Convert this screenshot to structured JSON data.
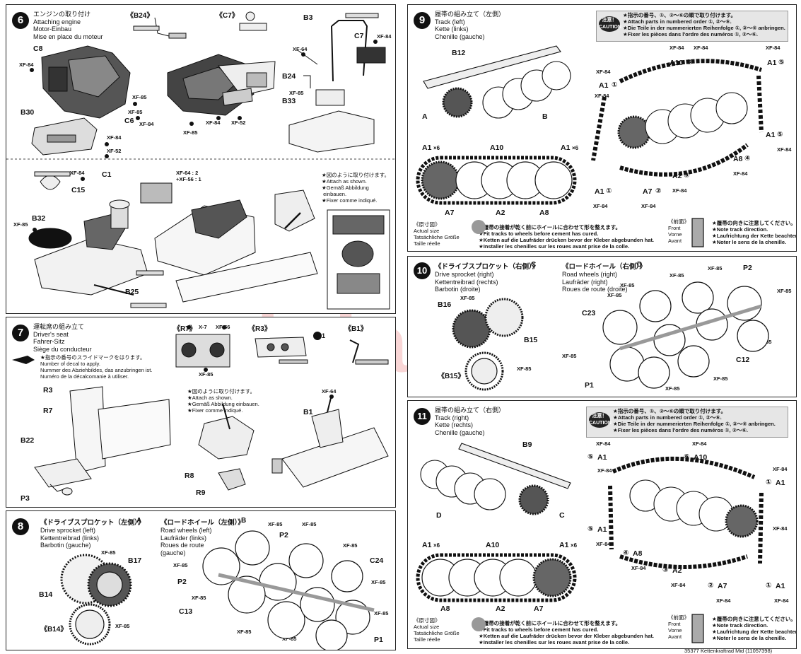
{
  "step6": {
    "num": "6",
    "title": "エンジンの取り付け\nAttaching engine\nMotor-Einbau\nMise en place du moteur",
    "labels": [
      "C8",
      "C6",
      "B30",
      "B3",
      "C7",
      "B24",
      "B33",
      "C1",
      "C15",
      "B32",
      "B25"
    ],
    "subs": [
      "《B24》",
      "《C7》"
    ],
    "paint": [
      "XF-84",
      "XF-85",
      "XF-85",
      "XF-84",
      "XF-84",
      "XF-52",
      "XF-85",
      "XF-84",
      "XF-52",
      "XF-64",
      "XF-84",
      "XF-84",
      "XF-85",
      "XF-85",
      "XF-64 : 2\n+XF-56 : 1"
    ],
    "note": "★図のように取り付けます。\n★Attach as shown.\n★Gemäß Abbildung\n einbauen.\n★Fixer comme indiqué."
  },
  "step7": {
    "num": "7",
    "title": "運転席の組み立て\nDriver's seat\nFahrer-Sitz\nSiège du conducteur",
    "decal": "★指示の番号のスライドマークをはります。\nNumber of decal to apply.\nNummer des Abziehbildes, das anzubringen ist.\nNuméro de la décalcomanie à utiliser.",
    "subs": [
      "《R7》",
      "《R3》",
      "《B1》"
    ],
    "labels": [
      "R3",
      "R7",
      "B22",
      "P3",
      "R8",
      "R9",
      "B1"
    ],
    "paint": [
      "X-7",
      "XF-56",
      "XF-85",
      "XF-64"
    ],
    "decal_num": "1",
    "note": "★図のように取り付けます。\n★Attach as shown.\n★Gemäß Abbildung einbauen.\n★Fixer comme indiqué."
  },
  "step8": {
    "num": "8",
    "title_a": "《ドライブスプロケット（左側）》",
    "title_b": "《ロードホイール（左側）》",
    "circ_a": "A",
    "circ_b": "B",
    "desc_a": "Drive sprocket (left)\nKettentreibrad (links)\nBarbotin (gauche)",
    "desc_b": "Road wheels (left)\nLaufräder (links)\nRoues de route\n(gauche)",
    "labels": [
      "B17",
      "B14",
      "P2",
      "P2",
      "C24",
      "C13",
      "P1"
    ],
    "sub": "《B14》",
    "paint": [
      "XF-85",
      "XF-85",
      "XF-85",
      "XF-85",
      "XF-85",
      "XF-85",
      "XF-85",
      "XF-85",
      "XF-85",
      "XF-85",
      "XF-85"
    ]
  },
  "step9": {
    "num": "9",
    "title": "履帯の組み立て（左側）\nTrack (left)\nKette (links)\nChenille (gauche)",
    "caution": "注意！\nCAUTION",
    "caution_text": "★指示の番号、①、②〜⑥の順で取り付けます。\n★Attach parts in numbered order ①, ②〜⑥.\n★Die Teile in der nummerierten Reihenfolge ①, ②〜⑥ anbringen.\n★Fixer les pièces dans l'ordre des numéros ①, ②〜⑥.",
    "labels": [
      "B12",
      "A",
      "B",
      "A1",
      "A10",
      "A1",
      "A7",
      "A2",
      "A8",
      "A10",
      "A1",
      "A1",
      "A1",
      "A8",
      "A2",
      "A7",
      "A1"
    ],
    "mult": [
      "×6",
      "×6"
    ],
    "nums": [
      "⑥",
      "①",
      "⑤",
      "⑤",
      "④",
      "③",
      "②",
      "①"
    ],
    "paint": [
      "XF-84",
      "XF-84",
      "XF-84",
      "XF-84",
      "XF-84",
      "XF-84",
      "XF-84",
      "XF-84",
      "XF-84",
      "XF-84"
    ],
    "actual": "《原寸図》\nActual size\nTatsächliche Größe\nTaille réelle",
    "tip": "★履帯の接着が乾く前にホイールに合わせて形を整えます。\n★Fit tracks to wheels before cement has cured.\n★Ketten auf die Laufräder drücken bevor der Kleber abgebunden hat.\n★Installer les chenilles sur les roues avant prise de la colle.",
    "front": "《前面》\nFront\nVorne\nAvant",
    "dir": "★履帯の向きに注意してください。\n★Note track direction.\n★Laufrichtung der Kette beachten.\n★Noter le sens de la chenille."
  },
  "step10": {
    "num": "10",
    "title_a": "《ドライブスプロケット（右側）》",
    "title_b": "《ロードホイール（右側）》",
    "circ_a": "C",
    "circ_b": "D",
    "desc_a": "Drive sprocket (right)\nKettentreibrad (rechts)\nBarbotin (droite)",
    "desc_b": "Road wheels (right)\nLaufräder (right)\nRoues de route (droite)",
    "labels": [
      "B16",
      "B15",
      "C23",
      "P2",
      "C12",
      "P1"
    ],
    "sub": "《B15》",
    "paint": [
      "XF-85",
      "XF-85",
      "XF-85",
      "XF-85",
      "XF-85",
      "XF-85",
      "XF-85",
      "XF-85",
      "XF-85",
      "XF-85",
      "XF-85"
    ]
  },
  "step11": {
    "num": "11",
    "title": "履帯の組み立て（右側）\nTrack (right)\nKette (rechts)\nChenille (gauche)",
    "caution": "注意！\nCAUTION",
    "caution_text": "★指示の番号、①、②〜⑥の順で取り付けます。\n★Attach parts in numbered order ①, ②〜⑥.\n★Die Teile in der nummerierten Reihenfolge ①, ②〜⑥ anbringen.\n★Fixer les pièces dans l'ordre des numéros ①, ②〜⑥.",
    "labels": [
      "B9",
      "D",
      "C",
      "A1",
      "A10",
      "A1",
      "A8",
      "A2",
      "A7",
      "A1",
      "A10",
      "A1",
      "A1",
      "A8",
      "A2",
      "A7",
      "A1"
    ],
    "mult": [
      "×6",
      "×6"
    ],
    "nums": [
      "⑤",
      "⑥",
      "①",
      "⑤",
      "④",
      "③",
      "②",
      "①"
    ],
    "paint": [
      "XF-84",
      "XF-84",
      "XF-84",
      "XF-84",
      "XF-84",
      "XF-84",
      "XF-84",
      "XF-84",
      "XF-84",
      "XF-84"
    ],
    "actual": "《原寸図》\nActual size\nTatsächliche Größe\nTaille réelle",
    "tip": "★履帯の接着が乾く前にホイールに合わせて形を整えます。\n★Fit tracks to wheels before cement has cured.\n★Ketten auf die Laufräder drücken bevor der Kleber abgebunden hat.\n★Installer les chenilles sur les roues avant prise de la colle.",
    "front": "《前面》\nFront\nVorne\nAvant",
    "dir": "★履帯の向きに注意してください。\n★Note track direction.\n★Laufrichtung der Kette beachten.\n★Noter le sens de la chenille."
  },
  "watermark": "modelarnik.cz",
  "footer": "35377 Kettenkraftrad Mid (11057398)"
}
